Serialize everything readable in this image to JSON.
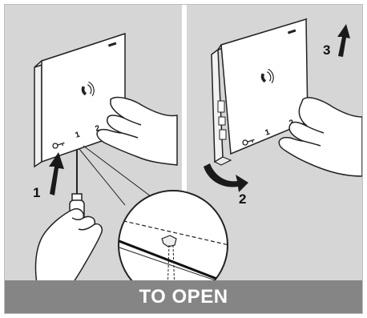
{
  "banner": {
    "title": "TO OPEN"
  },
  "steps": {
    "one": "1",
    "two": "2",
    "three": "3"
  },
  "device_left": {
    "button_1": "1",
    "button_2": "2"
  },
  "device_right": {
    "button_1": "1",
    "button_2": "2"
  },
  "colors": {
    "background": "#d6d6d6",
    "banner": "#858585",
    "arrow": "#1a1a1a",
    "device": "#ffffff"
  },
  "icons": [
    "phone-handset-icon",
    "key-icon",
    "screwdriver",
    "hand",
    "magnifier-detail-circle"
  ]
}
